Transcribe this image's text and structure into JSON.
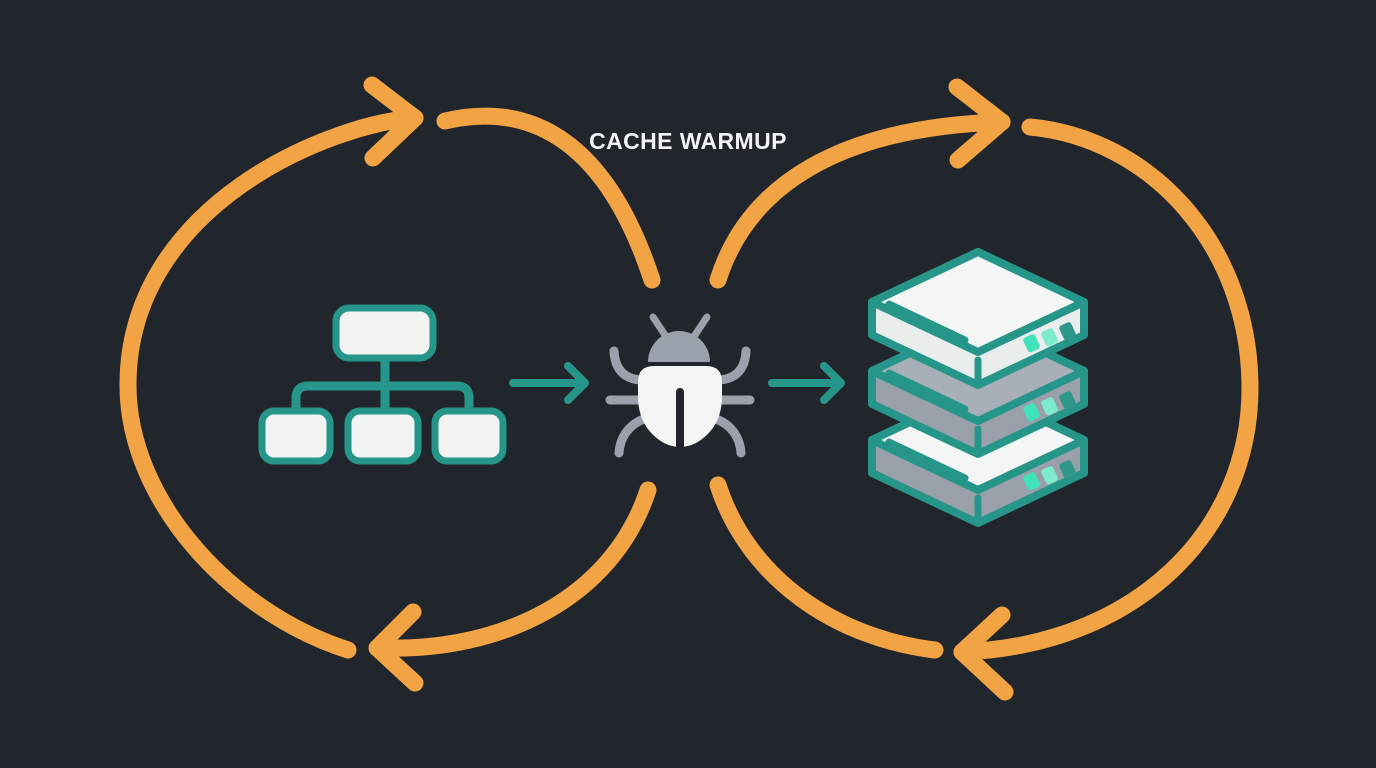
{
  "title": "CACHE WARMUP",
  "colors": {
    "bg": "#21252C",
    "orange": "#F2A445",
    "teal": "#27968A",
    "node-fill": "#F1F4F2",
    "gray": "#9BA1AC",
    "slab-top-gray": "#A9AFB7",
    "slab-front-gray": "#99A0AA",
    "slab-top-white": "#F4F6F5",
    "slab-front-white": "#E9EDEC",
    "led-1": "#41E3BA",
    "led-2": "#7FEBCE",
    "led-3": "#2E998B",
    "bug-body": "#F4F6F5",
    "title-color": "#F1F3F5"
  },
  "diagram": {
    "icons": [
      {
        "name": "sitemap-icon",
        "position": "left"
      },
      {
        "name": "bug-icon",
        "position": "center"
      },
      {
        "name": "server-stack-icon",
        "position": "right"
      }
    ],
    "flow_arrows": [
      {
        "name": "flow-arrow-sitemap-to-crawler"
      },
      {
        "name": "flow-arrow-crawler-to-cache"
      }
    ],
    "cycles": [
      {
        "name": "left-cycle-arrow",
        "direction": "clockwise"
      },
      {
        "name": "right-cycle-arrow",
        "direction": "clockwise"
      }
    ]
  }
}
